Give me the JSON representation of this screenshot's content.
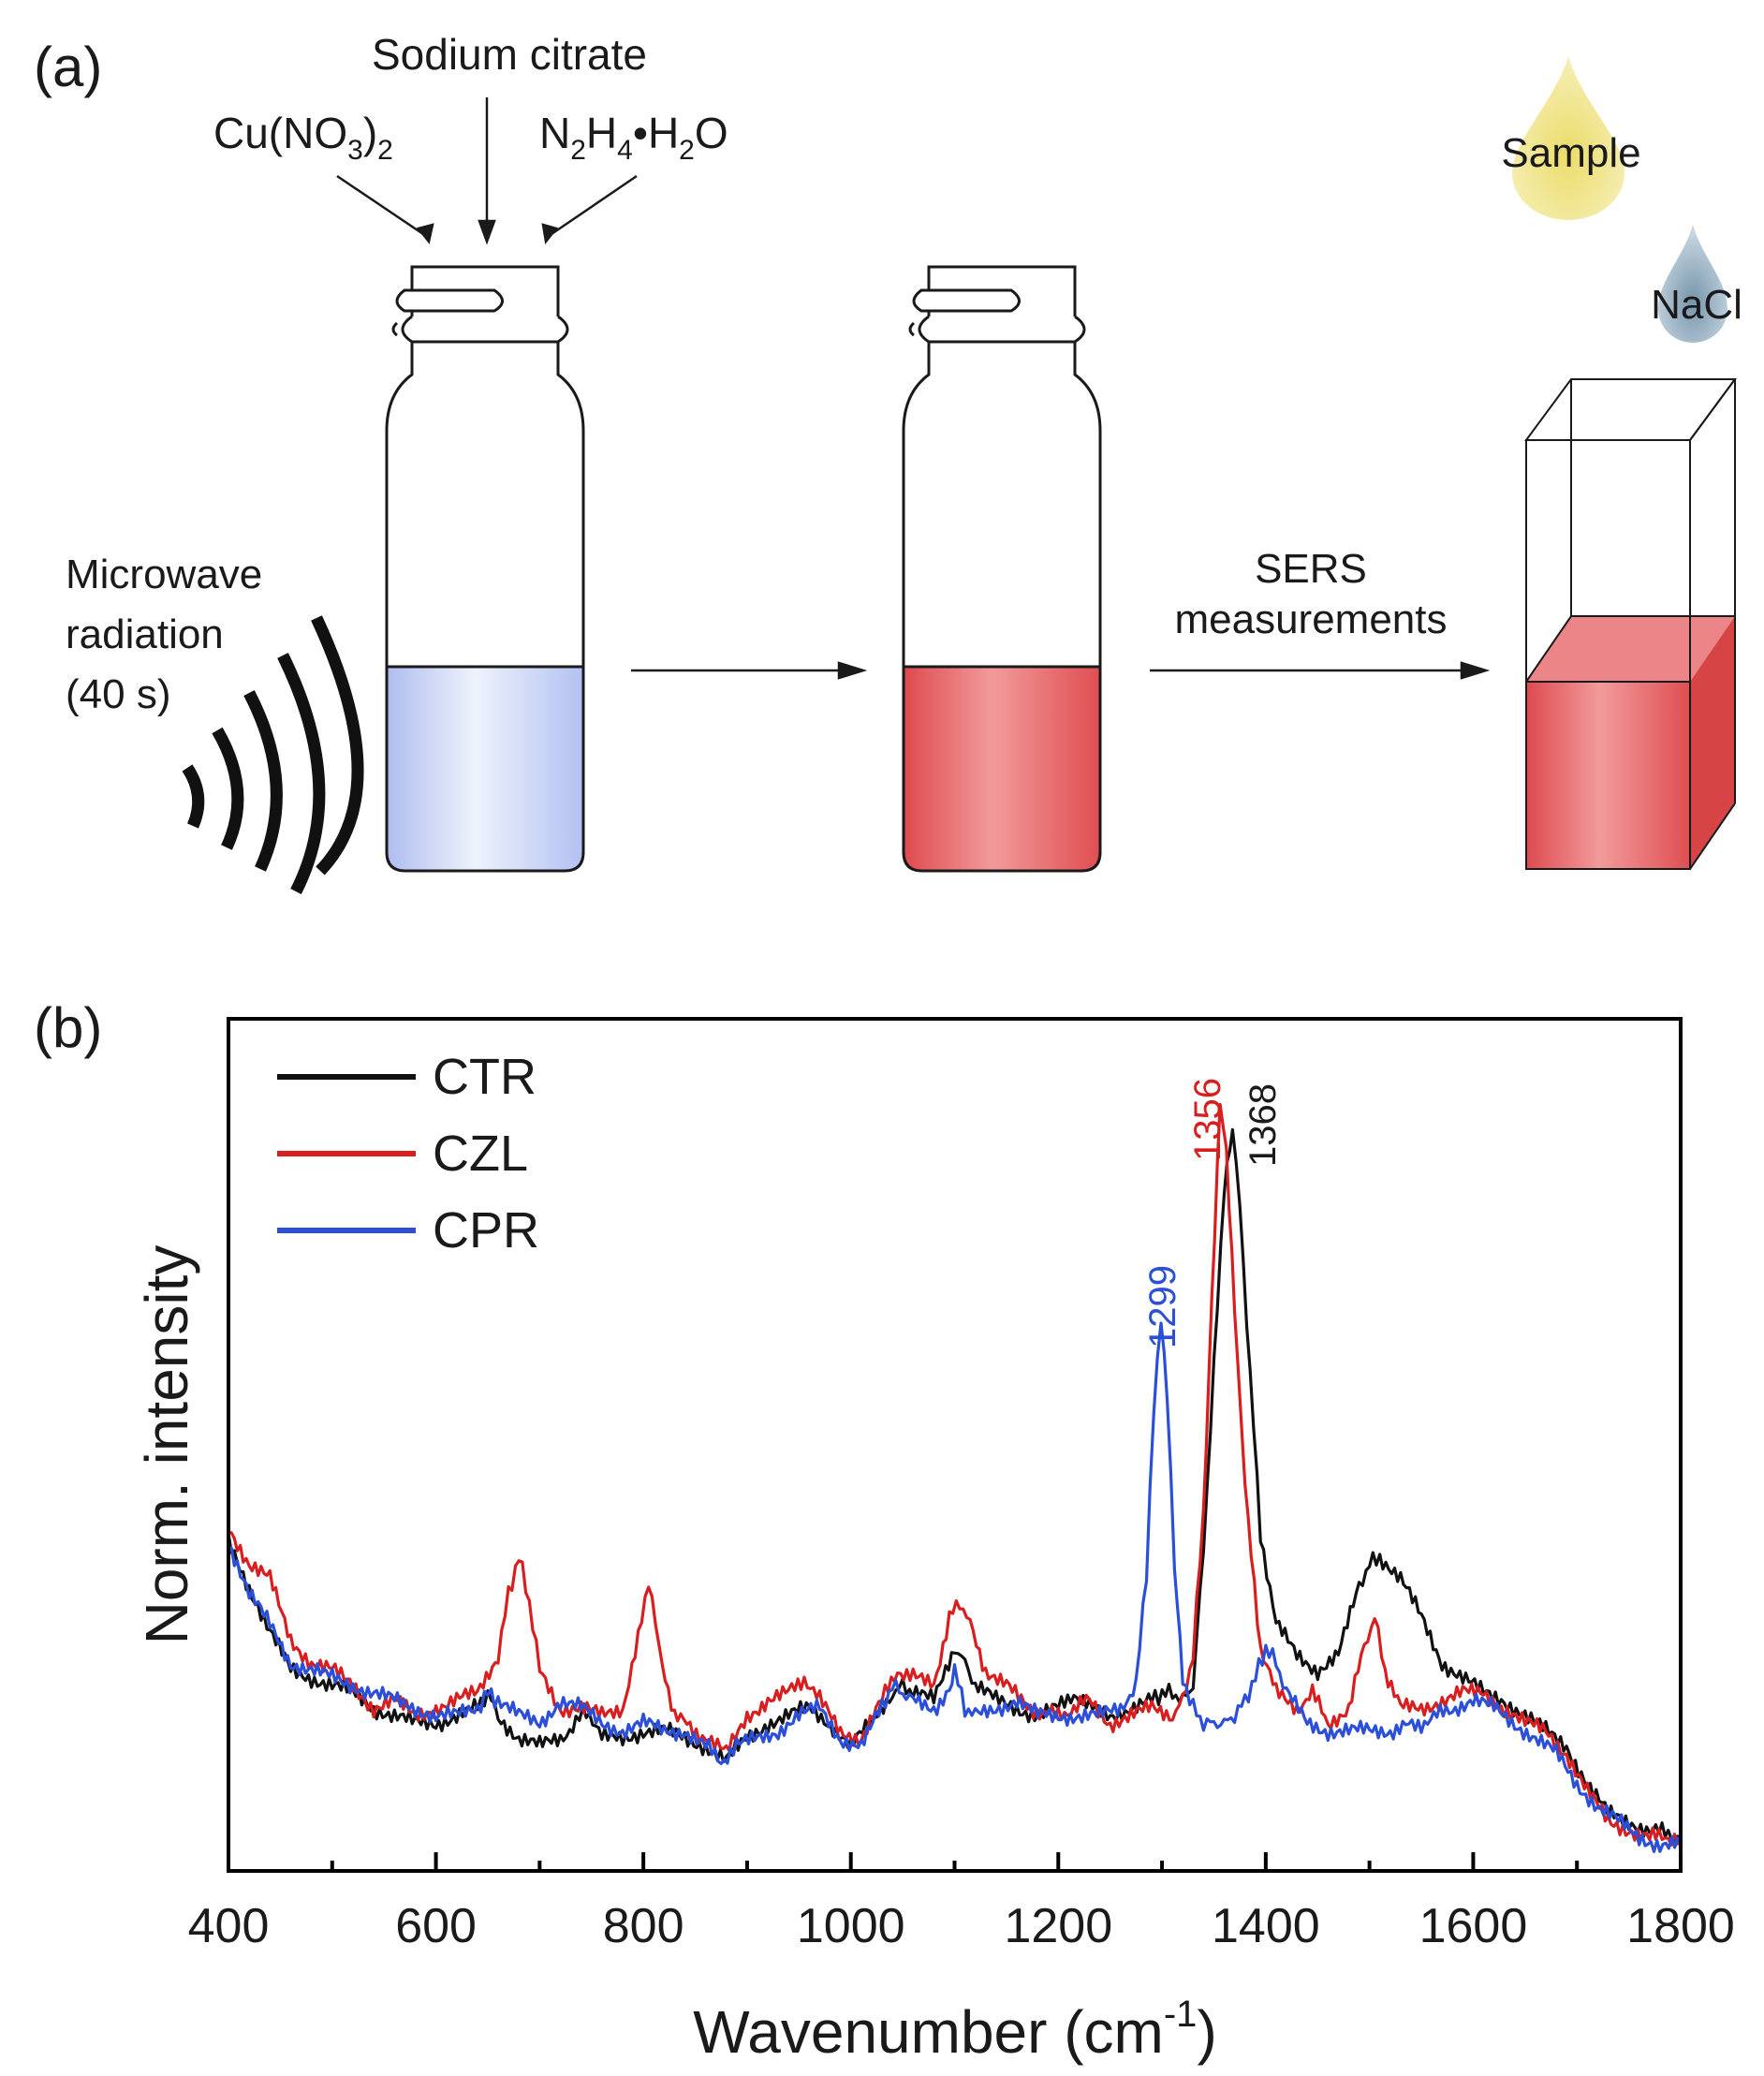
{
  "panel_a": {
    "label": "(a)",
    "reagents": {
      "sodium_citrate": "Sodium citrate",
      "copper_nitrate": {
        "main": "Cu(NO",
        "sub1": "3",
        "mid": ")",
        "sub2": "2"
      },
      "hydrazine": {
        "n": "N",
        "sub_n": "2",
        "h": "H",
        "sub_h": "4",
        "dot_h": "•H",
        "sub_h2": "2",
        "o": "O"
      }
    },
    "microwave": {
      "line1": "Microwave",
      "line2": "radiation",
      "line3": "(40 s)"
    },
    "sers": {
      "line1": "SERS",
      "line2": "measurements"
    },
    "sample_label": "Sample",
    "nacl_label": "NaCl",
    "colors": {
      "blue_solution": "#c6d0f3",
      "red_solution": "#e25a5d",
      "sample_drop": "#e8d64a",
      "nacl_drop": "#7f9fb4"
    }
  },
  "panel_b": {
    "label": "(b)"
  },
  "chart_data": {
    "type": "line",
    "title": "",
    "xlabel": "Wavenumber (cm⁻¹)",
    "xlabel_parts": {
      "base": "Wavenumber (cm",
      "sup": "-1",
      "close": ")"
    },
    "ylabel": "Norm. intensity",
    "xlim": [
      400,
      1800
    ],
    "ylim": [
      0,
      1.0
    ],
    "x_ticks": [
      400,
      600,
      800,
      1000,
      1200,
      1400,
      1600,
      1800
    ],
    "y_ticks_labeled": false,
    "grid": false,
    "legend_position": "top-left",
    "peak_annotations": [
      {
        "text": "1356",
        "x": 1356,
        "color": "#d81e1e"
      },
      {
        "text": "1368",
        "x": 1368,
        "color": "#1a1a1a"
      },
      {
        "text": "1299",
        "x": 1299,
        "color": "#2b4fd8"
      }
    ],
    "series": [
      {
        "name": "CTR",
        "color": "#111111",
        "x": [
          400,
          420,
          440,
          460,
          480,
          500,
          520,
          540,
          560,
          580,
          600,
          620,
          640,
          650,
          660,
          680,
          700,
          720,
          735,
          745,
          760,
          780,
          800,
          820,
          840,
          860,
          880,
          900,
          920,
          940,
          960,
          980,
          1000,
          1020,
          1040,
          1050,
          1060,
          1080,
          1100,
          1110,
          1120,
          1140,
          1160,
          1180,
          1200,
          1215,
          1230,
          1250,
          1270,
          1290,
          1300,
          1310,
          1320,
          1330,
          1340,
          1350,
          1360,
          1368,
          1375,
          1385,
          1395,
          1410,
          1430,
          1450,
          1470,
          1490,
          1500,
          1510,
          1530,
          1550,
          1570,
          1590,
          1610,
          1630,
          1650,
          1670,
          1690,
          1710,
          1730,
          1750,
          1770,
          1800
        ],
        "y": [
          0.41,
          0.35,
          0.29,
          0.24,
          0.23,
          0.22,
          0.21,
          0.19,
          0.18,
          0.17,
          0.17,
          0.18,
          0.19,
          0.21,
          0.18,
          0.15,
          0.14,
          0.15,
          0.17,
          0.19,
          0.15,
          0.15,
          0.16,
          0.16,
          0.15,
          0.14,
          0.12,
          0.15,
          0.17,
          0.18,
          0.19,
          0.17,
          0.14,
          0.17,
          0.21,
          0.22,
          0.21,
          0.2,
          0.27,
          0.25,
          0.22,
          0.2,
          0.19,
          0.18,
          0.19,
          0.21,
          0.19,
          0.18,
          0.19,
          0.2,
          0.21,
          0.21,
          0.2,
          0.22,
          0.4,
          0.64,
          0.88,
          0.96,
          0.85,
          0.63,
          0.42,
          0.3,
          0.26,
          0.24,
          0.26,
          0.35,
          0.38,
          0.39,
          0.36,
          0.31,
          0.25,
          0.23,
          0.21,
          0.2,
          0.18,
          0.16,
          0.14,
          0.09,
          0.05,
          0.04,
          0.03,
          0.02
        ]
      },
      {
        "name": "CZL",
        "color": "#d81e1e",
        "x": [
          400,
          420,
          440,
          460,
          480,
          500,
          520,
          540,
          560,
          580,
          600,
          620,
          640,
          660,
          670,
          680,
          690,
          700,
          720,
          740,
          760,
          780,
          795,
          805,
          815,
          830,
          860,
          880,
          900,
          920,
          940,
          955,
          970,
          990,
          1010,
          1030,
          1045,
          1060,
          1080,
          1095,
          1105,
          1115,
          1130,
          1150,
          1170,
          1200,
          1215,
          1230,
          1250,
          1270,
          1290,
          1310,
          1320,
          1330,
          1340,
          1348,
          1356,
          1362,
          1370,
          1380,
          1395,
          1410,
          1430,
          1445,
          1460,
          1480,
          1495,
          1505,
          1515,
          1530,
          1550,
          1570,
          1590,
          1610,
          1630,
          1650,
          1670,
          1690,
          1710,
          1730,
          1750,
          1770,
          1800
        ],
        "y": [
          0.43,
          0.38,
          0.36,
          0.28,
          0.25,
          0.24,
          0.22,
          0.19,
          0.2,
          0.18,
          0.19,
          0.2,
          0.21,
          0.26,
          0.34,
          0.39,
          0.33,
          0.24,
          0.19,
          0.19,
          0.18,
          0.19,
          0.28,
          0.36,
          0.27,
          0.18,
          0.15,
          0.13,
          0.18,
          0.2,
          0.21,
          0.23,
          0.2,
          0.16,
          0.15,
          0.2,
          0.24,
          0.23,
          0.22,
          0.31,
          0.33,
          0.3,
          0.24,
          0.22,
          0.19,
          0.18,
          0.19,
          0.2,
          0.17,
          0.18,
          0.19,
          0.18,
          0.2,
          0.26,
          0.45,
          0.73,
          0.99,
          0.93,
          0.72,
          0.48,
          0.27,
          0.21,
          0.19,
          0.21,
          0.17,
          0.19,
          0.27,
          0.31,
          0.24,
          0.19,
          0.19,
          0.2,
          0.21,
          0.21,
          0.19,
          0.17,
          0.16,
          0.13,
          0.08,
          0.04,
          0.03,
          0.02,
          0.02
        ]
      },
      {
        "name": "CPR",
        "color": "#2b4fd8",
        "x": [
          400,
          420,
          440,
          460,
          480,
          500,
          520,
          540,
          560,
          580,
          600,
          620,
          640,
          650,
          660,
          680,
          700,
          720,
          740,
          760,
          780,
          800,
          820,
          840,
          860,
          875,
          890,
          910,
          930,
          950,
          970,
          990,
          1010,
          1030,
          1040,
          1050,
          1060,
          1080,
          1095,
          1100,
          1110,
          1120,
          1140,
          1160,
          1180,
          1200,
          1220,
          1240,
          1260,
          1275,
          1285,
          1292,
          1299,
          1305,
          1312,
          1320,
          1330,
          1340,
          1350,
          1360,
          1370,
          1380,
          1390,
          1400,
          1410,
          1420,
          1440,
          1460,
          1480,
          1500,
          1520,
          1550,
          1580,
          1600,
          1620,
          1640,
          1660,
          1680,
          1700,
          1720,
          1740,
          1760,
          1780,
          1800
        ],
        "y": [
          0.41,
          0.34,
          0.3,
          0.25,
          0.24,
          0.23,
          0.22,
          0.21,
          0.2,
          0.19,
          0.18,
          0.18,
          0.19,
          0.21,
          0.2,
          0.18,
          0.17,
          0.2,
          0.19,
          0.17,
          0.16,
          0.17,
          0.16,
          0.16,
          0.14,
          0.12,
          0.14,
          0.15,
          0.16,
          0.18,
          0.19,
          0.15,
          0.14,
          0.19,
          0.22,
          0.21,
          0.2,
          0.19,
          0.21,
          0.24,
          0.19,
          0.18,
          0.19,
          0.2,
          0.18,
          0.18,
          0.18,
          0.18,
          0.19,
          0.22,
          0.37,
          0.58,
          0.71,
          0.6,
          0.38,
          0.23,
          0.19,
          0.17,
          0.17,
          0.17,
          0.18,
          0.2,
          0.23,
          0.27,
          0.25,
          0.21,
          0.17,
          0.16,
          0.16,
          0.16,
          0.16,
          0.17,
          0.19,
          0.2,
          0.19,
          0.17,
          0.15,
          0.13,
          0.09,
          0.06,
          0.04,
          0.02,
          0.01,
          0.01
        ]
      }
    ]
  }
}
